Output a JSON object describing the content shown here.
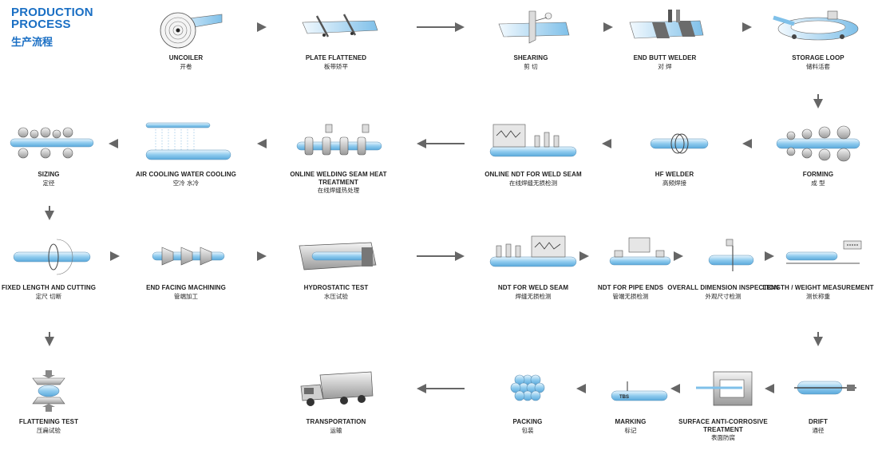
{
  "header": {
    "title_en_1": "PRODUCTION",
    "title_en_2": "PROCESS",
    "title_cn": "生产流程"
  },
  "colors": {
    "accent": "#1a6fc4",
    "pipe": "#8fcbee",
    "arrow": "#666666"
  },
  "steps": [
    {
      "id": "uncoiler",
      "en": "UNCOILER",
      "cn": "开卷",
      "icon": "coil-icon"
    },
    {
      "id": "plate-flattened",
      "en": "PLATE FLATTENED",
      "cn": "板带矫平",
      "icon": "flattener-icon"
    },
    {
      "id": "shearing",
      "en": "SHEARING",
      "cn": "剪 切",
      "icon": "shear-icon"
    },
    {
      "id": "end-butt-welder",
      "en": "END BUTT WELDER",
      "cn": "对 焊",
      "icon": "butt-welder-icon"
    },
    {
      "id": "storage-loop",
      "en": "STORAGE LOOP",
      "cn": "储料活套",
      "icon": "storage-loop-icon"
    },
    {
      "id": "forming",
      "en": "FORMING",
      "cn": "成 型",
      "icon": "forming-rolls-icon"
    },
    {
      "id": "hf-welder",
      "en": "HF WELDER",
      "cn": "高频焊接",
      "icon": "hf-coil-icon"
    },
    {
      "id": "online-ndt",
      "en": "ONLINE NDT FOR WELD SEAM",
      "cn": "在线焊缝无损检测",
      "icon": "ndt-monitor-icon"
    },
    {
      "id": "heat-treatment",
      "en": "ONLINE WELDING SEAM HEAT TREATMENT",
      "cn": "在线焊缝热处理",
      "icon": "heat-treatment-icon"
    },
    {
      "id": "cooling",
      "en": "AIR COOLING WATER COOLING",
      "cn": "空冷 水冷",
      "icon": "water-spray-icon"
    },
    {
      "id": "sizing",
      "en": "SIZING",
      "cn": "定径",
      "icon": "sizing-rolls-icon"
    },
    {
      "id": "cutting",
      "en": "FIXED LENGTH AND CUTTING",
      "cn": "定尺 切断",
      "icon": "saw-icon"
    },
    {
      "id": "end-facing",
      "en": "END FACING MACHINING",
      "cn": "管端加工",
      "icon": "end-facing-icon"
    },
    {
      "id": "hydrostatic",
      "en": "HYDROSTATIC TEST",
      "cn": "水压试验",
      "icon": "hydro-tank-icon"
    },
    {
      "id": "ndt-weld",
      "en": "NDT FOR WELD SEAM",
      "cn": "焊缝无损检测",
      "icon": "ndt-probe-icon"
    },
    {
      "id": "ndt-ends",
      "en": "NDT FOR PIPE ENDS",
      "cn": "管端无损检测",
      "icon": "ndt-ends-icon"
    },
    {
      "id": "dimension",
      "en": "OVERALL DIMENSION INSPECTION",
      "cn": "外观尺寸检测",
      "icon": "inspection-icon"
    },
    {
      "id": "length-weight",
      "en": "LENGTH / WEIGHT MEASUREMENT",
      "cn": "测长称重",
      "icon": "scale-icon"
    },
    {
      "id": "drift",
      "en": "DRIFT",
      "cn": "通径",
      "icon": "drift-mandrel-icon"
    },
    {
      "id": "anti-corrosive",
      "en": "SURFACE ANTI-CORROSIVE TREATMENT",
      "cn": "表面防腐",
      "icon": "coating-booth-icon"
    },
    {
      "id": "marking",
      "en": "MARKING",
      "cn": "标记",
      "icon": "marking-icon",
      "tag": "TBS"
    },
    {
      "id": "packing",
      "en": "PACKING",
      "cn": "包装",
      "icon": "bundle-icon"
    },
    {
      "id": "transportation",
      "en": "TRANSPORTATION",
      "cn": "运输",
      "icon": "truck-icon"
    },
    {
      "id": "flattening-test",
      "en": "FLATTENING TEST",
      "cn": "压扁试验",
      "icon": "press-icon"
    }
  ]
}
